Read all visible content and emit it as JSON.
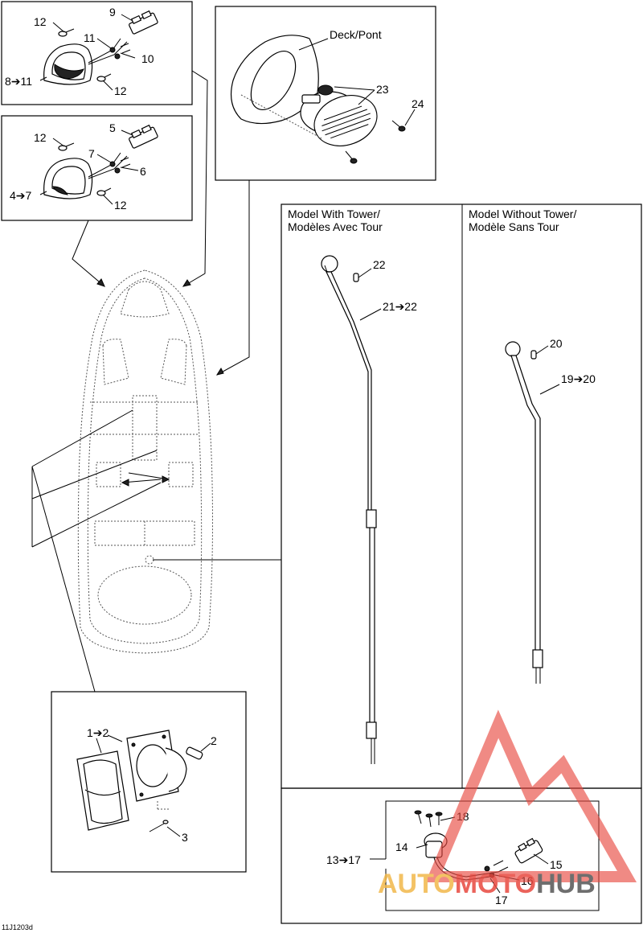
{
  "panels": {
    "top_left_1": {
      "callouts": {
        "a": "12",
        "b": "9",
        "c": "11",
        "d": "10",
        "e": "8➔11",
        "f": "12"
      }
    },
    "top_left_2": {
      "callouts": {
        "a": "12",
        "b": "5",
        "c": "7",
        "d": "6",
        "e": "4➔7",
        "f": "12"
      }
    },
    "horn": {
      "deck_label": "Deck/Pont",
      "callouts": {
        "a": "23",
        "b": "24"
      }
    },
    "with_tower": {
      "title_line1": "Model With Tower/",
      "title_line2": "Modèles Avec Tour",
      "callouts": {
        "a": "22",
        "b": "21➔22"
      }
    },
    "without_tower": {
      "title_line1": "Model Without Tower/",
      "title_line2": "Modèle Sans Tour",
      "callouts": {
        "a": "20",
        "b": "19➔20"
      }
    },
    "socket": {
      "callouts": {
        "a": "18",
        "b": "14",
        "c": "13➔17",
        "d": "15",
        "e": "16",
        "f": "17"
      }
    },
    "light": {
      "callouts": {
        "a": "1➔2",
        "b": "2",
        "c": "3"
      }
    }
  },
  "figure_code": "11J1203d",
  "watermark": {
    "part1": "AUTO",
    "part2": "MOTO",
    "part3": "HUB",
    "color_primary": "#e8483f",
    "color_secondary": "#f2b84b",
    "color_dark": "#555555"
  }
}
